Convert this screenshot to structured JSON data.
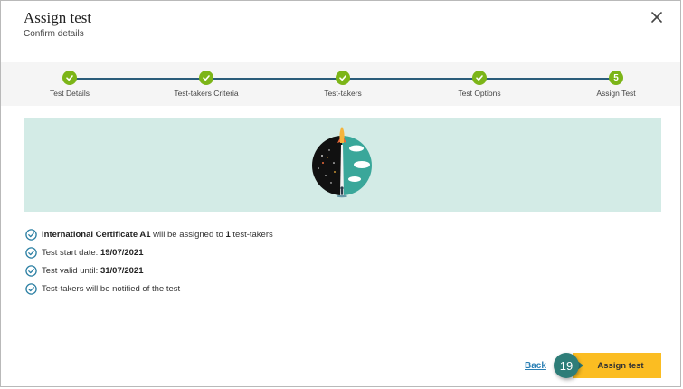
{
  "header": {
    "title": "Assign test",
    "subtitle": "Confirm details",
    "close_icon": "close-icon"
  },
  "stepper": {
    "steps": [
      {
        "label": "Test Details",
        "status": "complete",
        "marker": "check-icon"
      },
      {
        "label": "Test-takers Criteria",
        "status": "complete",
        "marker": "check-icon"
      },
      {
        "label": "Test-takers",
        "status": "complete",
        "marker": "check-icon"
      },
      {
        "label": "Test Options",
        "status": "complete",
        "marker": "check-icon"
      },
      {
        "label": "Assign Test",
        "status": "current",
        "number": "5"
      }
    ],
    "complete_color": "#7cb518",
    "line_color": "#2b5d7a"
  },
  "banner": {
    "background": "#d3ebe6",
    "illustration_icon": "rocket-launch-illustration"
  },
  "details": {
    "row1": {
      "test_name": "International Certificate A1",
      "text_mid": " will be assigned to ",
      "count": "1",
      "text_end": " test-takers"
    },
    "row2": {
      "label": "Test start date: ",
      "value": "19/07/2021"
    },
    "row3": {
      "label": "Test valid until: ",
      "value": "31/07/2021"
    },
    "row4": {
      "text": "Test-takers will be notified of the test"
    },
    "check_icon": "circle-check-icon",
    "check_color": "#2b7fa3"
  },
  "footer": {
    "back_label": "Back",
    "assign_label": "Assign test",
    "assign_color": "#fbbd22",
    "step_badge": "19",
    "badge_color": "#2e7d78"
  }
}
